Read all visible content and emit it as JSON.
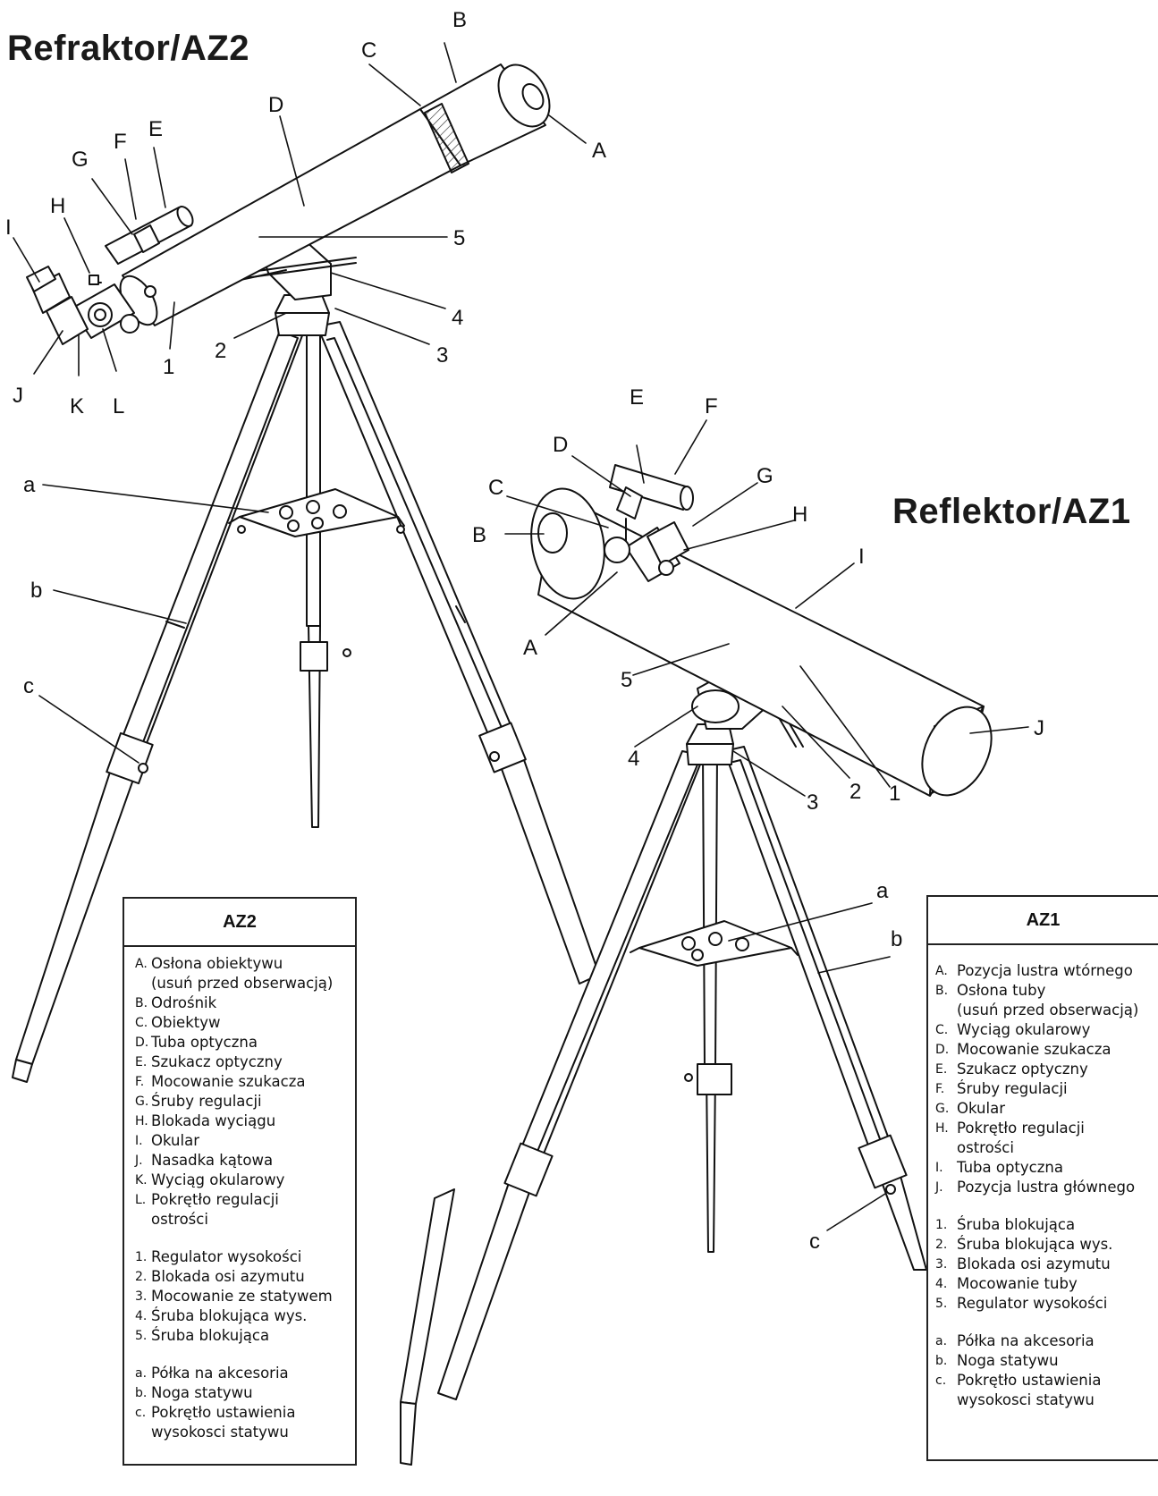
{
  "titles": {
    "refraktor": "Refraktor/AZ2",
    "reflektor": "Reflektor/AZ1"
  },
  "callouts_az2": [
    "A",
    "B",
    "C",
    "D",
    "E",
    "F",
    "G",
    "H",
    "I",
    "J",
    "K",
    "L",
    "1",
    "2",
    "3",
    "4",
    "5",
    "a",
    "b",
    "c"
  ],
  "callouts_az1": [
    "A",
    "B",
    "C",
    "D",
    "E",
    "F",
    "G",
    "H",
    "I",
    "J",
    "1",
    "2",
    "3",
    "4",
    "5",
    "a",
    "b",
    "c"
  ],
  "legend_az2": {
    "title": "AZ2",
    "items": [
      {
        "key": "A.",
        "text": "Osłona obiektywu\n(usuń przed obserwacją)"
      },
      {
        "key": "B.",
        "text": "Odrośnik"
      },
      {
        "key": "C.",
        "text": "Obiektyw"
      },
      {
        "key": "D.",
        "text": "Tuba optyczna"
      },
      {
        "key": "E.",
        "text": "Szukacz optyczny"
      },
      {
        "key": "F.",
        "text": "Mocowanie szukacza"
      },
      {
        "key": "G.",
        "text": "Śruby regulacji"
      },
      {
        "key": "H.",
        "text": "Blokada wyciągu"
      },
      {
        "key": "I.",
        "text": "Okular"
      },
      {
        "key": "J.",
        "text": "Nasadka kątowa"
      },
      {
        "key": "K.",
        "text": "Wyciąg okularowy"
      },
      {
        "key": "L.",
        "text": "Pokrętło regulacji\nostrości"
      },
      {
        "key": "1.",
        "text": "Regulator wysokości"
      },
      {
        "key": "2.",
        "text": "Blokada osi azymutu"
      },
      {
        "key": "3.",
        "text": "Mocowanie ze statywem"
      },
      {
        "key": "4.",
        "text": "Śruba blokująca wys."
      },
      {
        "key": "5.",
        "text": "Śruba blokująca"
      },
      {
        "key": "a.",
        "text": "Półka na akcesoria"
      },
      {
        "key": "b.",
        "text": "Noga statywu"
      },
      {
        "key": "c.",
        "text": "Pokrętło ustawienia\nwysokosci statywu"
      }
    ]
  },
  "legend_az1": {
    "title": "AZ1",
    "items": [
      {
        "key": "A.",
        "text": "Pozycja lustra wtórnego"
      },
      {
        "key": "B.",
        "text": "Osłona tuby\n(usuń przed obserwacją)"
      },
      {
        "key": "C.",
        "text": "Wyciąg okularowy"
      },
      {
        "key": "D.",
        "text": "Mocowanie szukacza"
      },
      {
        "key": "E.",
        "text": "Szukacz optyczny"
      },
      {
        "key": "F.",
        "text": "Śruby regulacji"
      },
      {
        "key": "G.",
        "text": "Okular"
      },
      {
        "key": "H.",
        "text": "Pokrętło regulacji\nostrości"
      },
      {
        "key": "I.",
        "text": "Tuba optyczna"
      },
      {
        "key": "J.",
        "text": "Pozycja lustra głównego"
      },
      {
        "key": "1.",
        "text": "Śruba blokująca"
      },
      {
        "key": "2.",
        "text": "Śruba blokująca wys."
      },
      {
        "key": "3.",
        "text": "Blokada osi azymutu"
      },
      {
        "key": "4.",
        "text": "Mocowanie tuby"
      },
      {
        "key": "5.",
        "text": "Regulator wysokości"
      },
      {
        "key": "a.",
        "text": "Półka na akcesoria"
      },
      {
        "key": "b.",
        "text": "Noga statywu"
      },
      {
        "key": "c.",
        "text": "Pokrętło ustawienia\nwysokosci statywu"
      }
    ]
  }
}
